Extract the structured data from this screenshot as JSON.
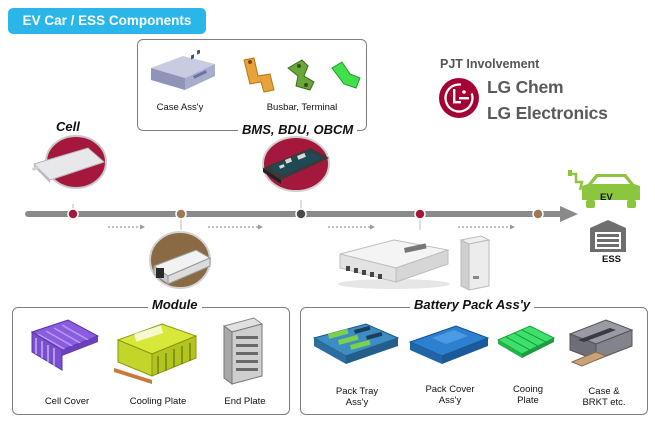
{
  "title": "EV Car / ESS Components",
  "top_box": {
    "heading": "BMS, BDU, OBCM",
    "items": [
      "Case Ass'y",
      "Busbar, Terminal"
    ]
  },
  "cell_label": "Cell",
  "pjt": {
    "heading": "PJT Involvement",
    "companies": [
      "LG Chem",
      "LG Electronics"
    ]
  },
  "targets": {
    "ev": "EV",
    "ess": "ESS"
  },
  "module": {
    "heading": "Module",
    "items": [
      "Cell Cover",
      "Cooling Plate",
      "End Plate"
    ]
  },
  "battery_pack": {
    "heading": "Battery Pack Ass'y",
    "items": [
      {
        "line1": "Pack Tray",
        "line2": "Ass'y"
      },
      {
        "line1": "Pack Cover",
        "line2": "Ass'y"
      },
      {
        "line1": "Cooing",
        "line2": "Plate"
      },
      {
        "line1": "Case &",
        "line2": "BRKT etc."
      }
    ]
  },
  "colors": {
    "accent": "#2bb6ea",
    "ev_green": "#8cc63f",
    "lg_red": "#a50034",
    "timeline": "#8a8a8a",
    "dot_red": "#a3183c",
    "dot_brown": "#9a7a55",
    "dot_dark": "#4a4a4a"
  }
}
